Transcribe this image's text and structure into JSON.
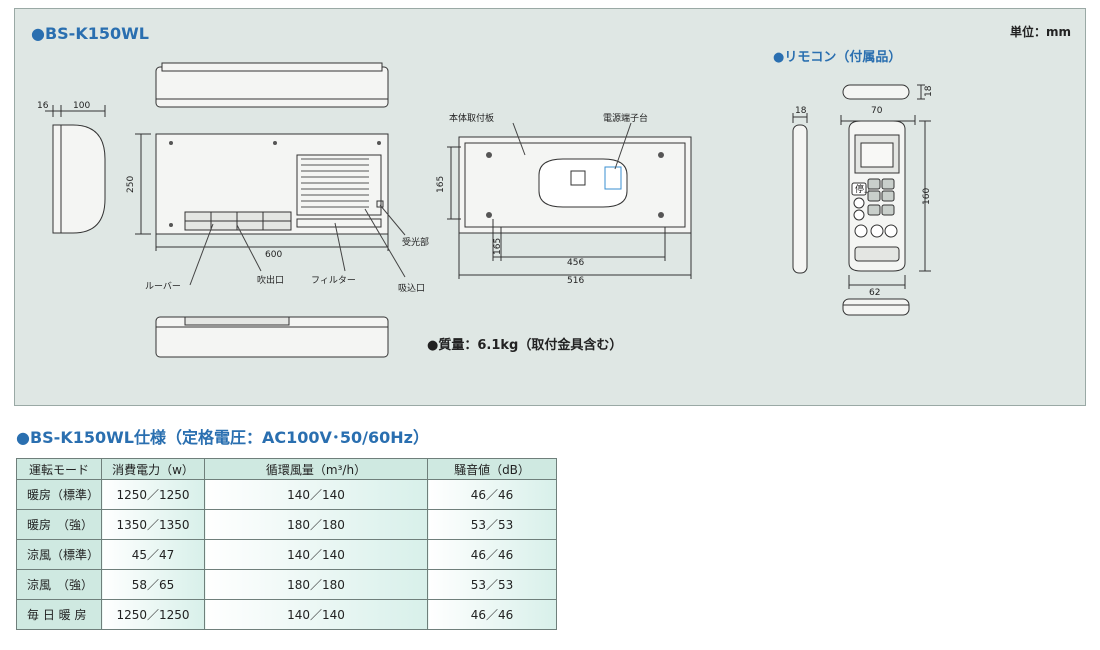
{
  "panel": {
    "title": "●BS-K150WL",
    "unit": "単位：mm",
    "remote_title": "●リモコン（付属品）",
    "weight": "●質量：6.1kg（取付金具含む）"
  },
  "dimensions": {
    "side_depth_a": "16",
    "side_depth_b": "100",
    "front_height": "250",
    "front_width": "600",
    "plate_height": "165",
    "plate_lower_height": "165",
    "plate_hole_pitch": "456",
    "plate_width": "516",
    "remote_top_depth": "18",
    "remote_side_depth": "18",
    "remote_width": "70",
    "remote_height": "160",
    "remote_bottom_width": "62"
  },
  "callouts": {
    "louver": "ルーバー",
    "outlet": "吹出口",
    "filter": "フィルター",
    "inlet": "吸込口",
    "receiver": "受光部",
    "mount_plate": "本体取付板",
    "terminal": "電源端子台"
  },
  "remote_buttons": {
    "stop": "停止"
  },
  "spec": {
    "title": "●BS-K150WL仕様（定格電圧：AC100V･50/60Hz）",
    "headers": [
      "運転モード",
      "消費電力（w）",
      "循環風量（m³/h）",
      "騒音値（dB）"
    ],
    "rows": [
      [
        "暖房（標準）",
        "1250／1250",
        "140／140",
        "46／46"
      ],
      [
        "暖房　（強）",
        "1350／1350",
        "180／180",
        "53／53"
      ],
      [
        "涼風（標準）",
        "45／47",
        "140／140",
        "46／46"
      ],
      [
        "涼風　（強）",
        "58／65",
        "180／180",
        "53／53"
      ],
      [
        "毎 日 暖 房",
        "1250／1250",
        "140／140",
        "46／46"
      ]
    ]
  },
  "colors": {
    "accent_blue": "#2a6fb0",
    "panel_bg": "#dfe7e4",
    "table_header_bg": "#cfe9e1"
  }
}
